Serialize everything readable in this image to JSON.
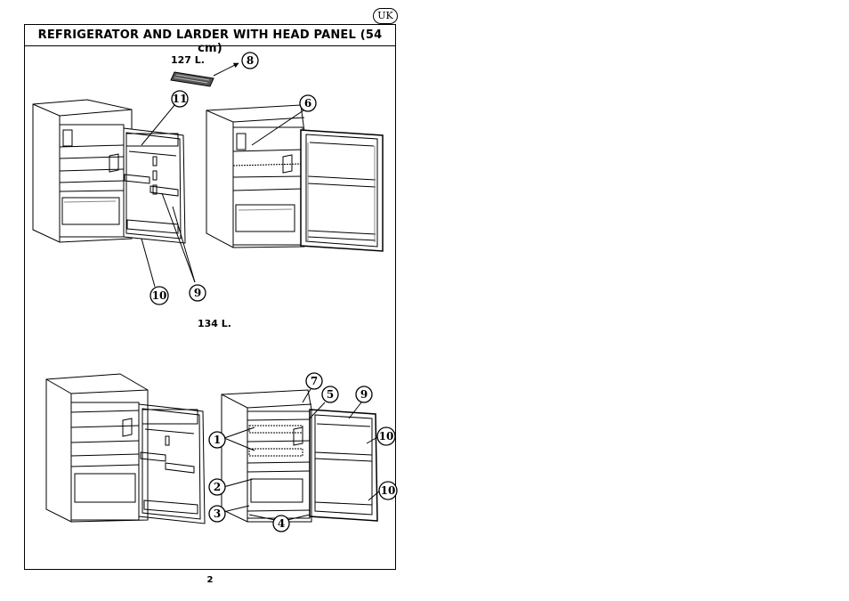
{
  "header": {
    "region_badge": "UK"
  },
  "page": {
    "title": "REFRIGERATOR AND LARDER WITH HEAD PANEL (54 cm)",
    "model_a_caption": "127 L.",
    "model_b_caption": "134 L.",
    "page_number": "2"
  },
  "callouts": {
    "c8": "8",
    "c11": "11",
    "c6": "6",
    "c10a": "10",
    "c9a": "9",
    "c7": "7",
    "c5": "5",
    "c9b": "9",
    "c10b": "10",
    "c10c": "10",
    "c1": "1",
    "c2": "2",
    "c3": "3",
    "c4": "4"
  }
}
